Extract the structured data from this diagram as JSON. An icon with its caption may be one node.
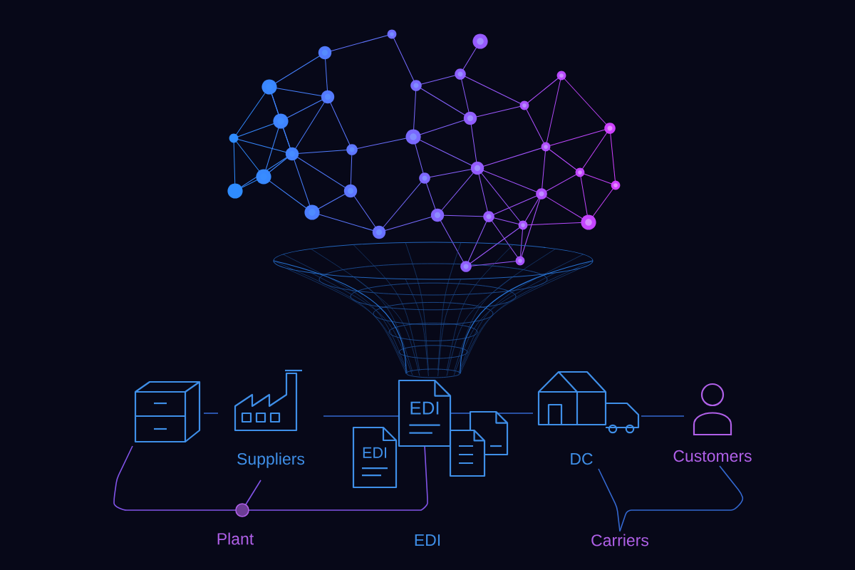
{
  "diagram": {
    "nodes": [
      {
        "text": [],
        "shape": "picture"
      },
      {
        "text": [
          "Suppliers"
        ]
      },
      {
        "text": [
          "EDI"
        ]
      },
      {
        "text": [
          "EDI"
        ]
      },
      {
        "text": [],
        "shape": "picture"
      },
      {
        "text": [
          "DC"
        ]
      },
      {
        "text": [
          "Customers"
        ]
      },
      {
        "text": [
          "Plant"
        ]
      },
      {
        "text": [
          "Carriers"
        ]
      }
    ],
    "edges": [
      {
        "from": 0,
        "to": 1,
        "arrow": "none"
      },
      {
        "from": 1,
        "to": 3,
        "arrow": "none"
      },
      {
        "from": 3,
        "to": 5,
        "arrow": "none"
      },
      {
        "from": 5,
        "to": 6,
        "arrow": "none"
      },
      {
        "from": 0,
        "to": 7,
        "arrow": "none"
      },
      {
        "from": 1,
        "to": 7,
        "arrow": "none"
      },
      {
        "from": 7,
        "to": 3,
        "arrow": "none"
      },
      {
        "from": 5,
        "to": 8,
        "arrow": "none"
      },
      {
        "from": 6,
        "to": 8,
        "arrow": "none"
      }
    ],
    "labels": [
      "EDI"
    ]
  }
}
